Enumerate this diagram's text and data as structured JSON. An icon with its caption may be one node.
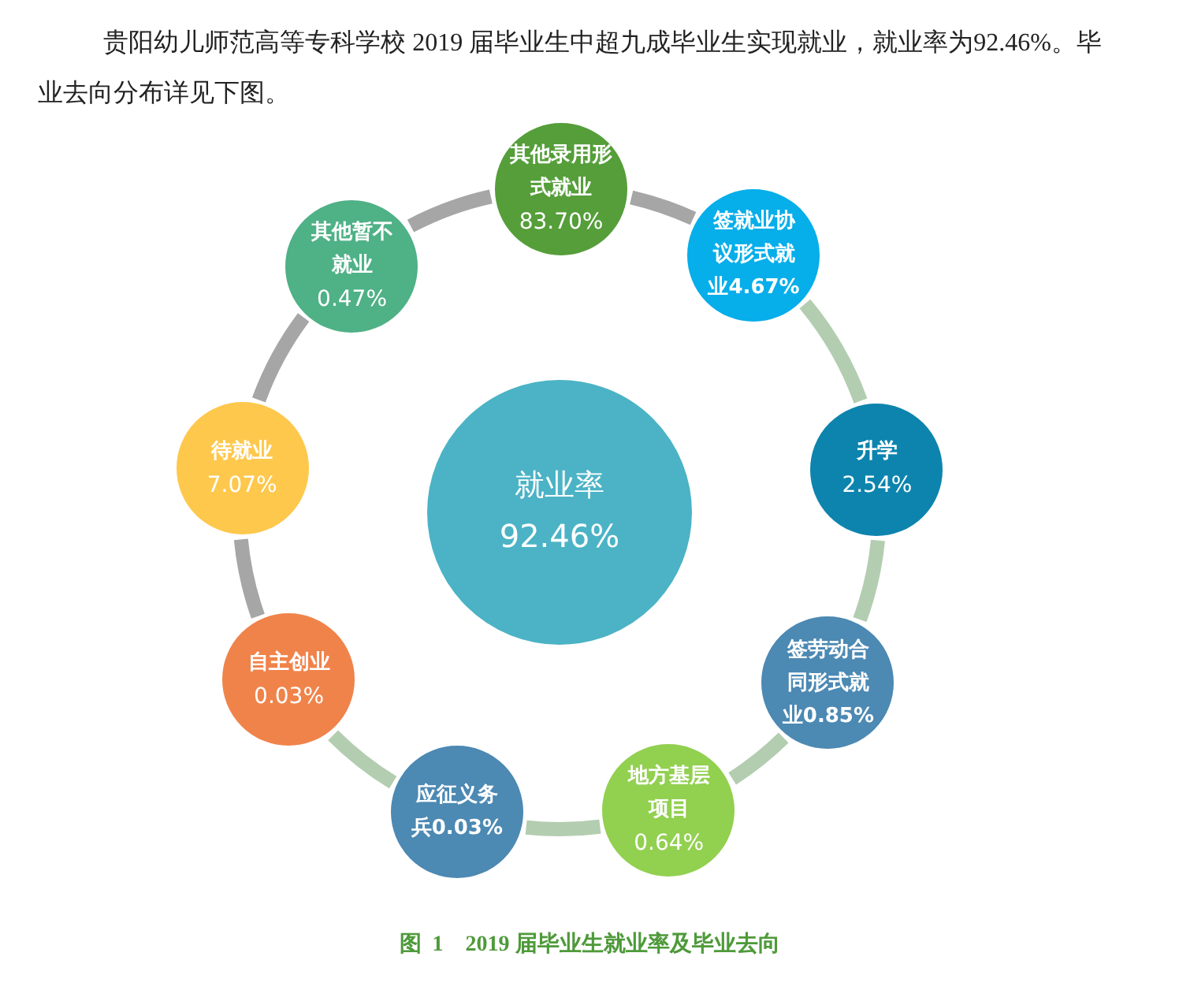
{
  "diagram": {
    "caption": "图  1    2019 届毕业生就业率及毕业去向",
    "nodes": [
      {
        "text": [
          "就业率",
          "92.46%"
        ]
      },
      {
        "text": [
          "其他录用形式就业",
          "83.70%"
        ]
      },
      {
        "text": [
          "签就业协议形式就业4.67%"
        ]
      },
      {
        "text": [
          "升学",
          "2.54%"
        ]
      },
      {
        "text": [
          "签劳动合同形式就业0.85%"
        ]
      },
      {
        "text": [
          "地方基层项目",
          "0.64%"
        ]
      },
      {
        "text": [
          "应征义务兵0.03%"
        ]
      },
      {
        "text": [
          "自主创业",
          "0.03%"
        ]
      },
      {
        "text": [
          "待就业",
          "7.07%"
        ]
      },
      {
        "text": [
          "其他暂不就业",
          "0.47%"
        ]
      }
    ],
    "edges": [
      {
        "from": 1,
        "to": 2,
        "arrow": "none",
        "color": "#a6a6a6"
      },
      {
        "from": 2,
        "to": 3,
        "arrow": "none"
      },
      {
        "from": 3,
        "to": 4,
        "arrow": "none"
      },
      {
        "from": 4,
        "to": 5,
        "arrow": "none"
      },
      {
        "from": 5,
        "to": 6,
        "arrow": "none"
      },
      {
        "from": 6,
        "to": 7,
        "arrow": "none"
      },
      {
        "from": 7,
        "to": 8,
        "arrow": "none",
        "color": "#a6a6a6"
      },
      {
        "from": 8,
        "to": 9,
        "arrow": "none",
        "color": "#a6a6a6"
      },
      {
        "from": 9,
        "to": 1,
        "arrow": "none",
        "color": "#a6a6a6"
      }
    ],
    "labels": [
      "贵阳幼儿师范高等专科学校 2019 届毕业生中超九成毕业生实现就业，就业率为92.46%。毕业去向分布详见下图。"
    ]
  }
}
